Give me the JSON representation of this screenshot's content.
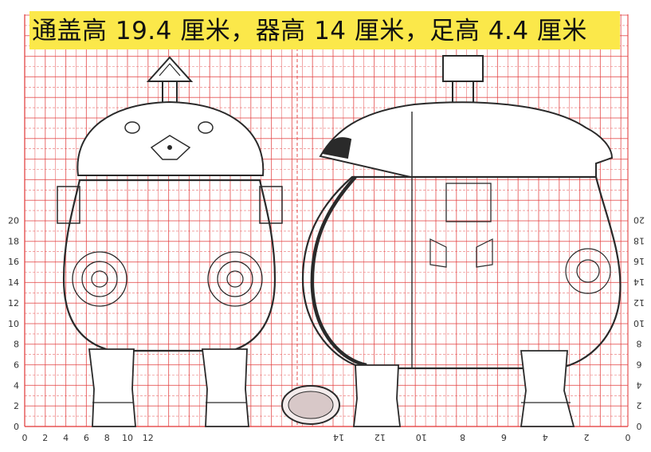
{
  "title": "通盖高 19.4 厘米，器高 14 厘米，足高 4.4 厘米",
  "colors": {
    "grid": "#e23c3c",
    "highlight": "#fbe84a",
    "ink": "#2a2a2a"
  },
  "axes": {
    "left_y_ticks": [
      "0",
      "2",
      "4",
      "6",
      "8",
      "10",
      "12",
      "14",
      "16",
      "18",
      "20"
    ],
    "left_x_ticks": [
      "0",
      "2",
      "4",
      "6",
      "8",
      "10",
      "12"
    ],
    "right_x_ticks": [
      "14",
      "12",
      "10",
      "8",
      "6",
      "4",
      "2",
      "0"
    ],
    "right_y_ticks": [
      "0",
      "2",
      "4",
      "6",
      "8",
      "10",
      "12",
      "14",
      "16",
      "18",
      "20"
    ]
  }
}
